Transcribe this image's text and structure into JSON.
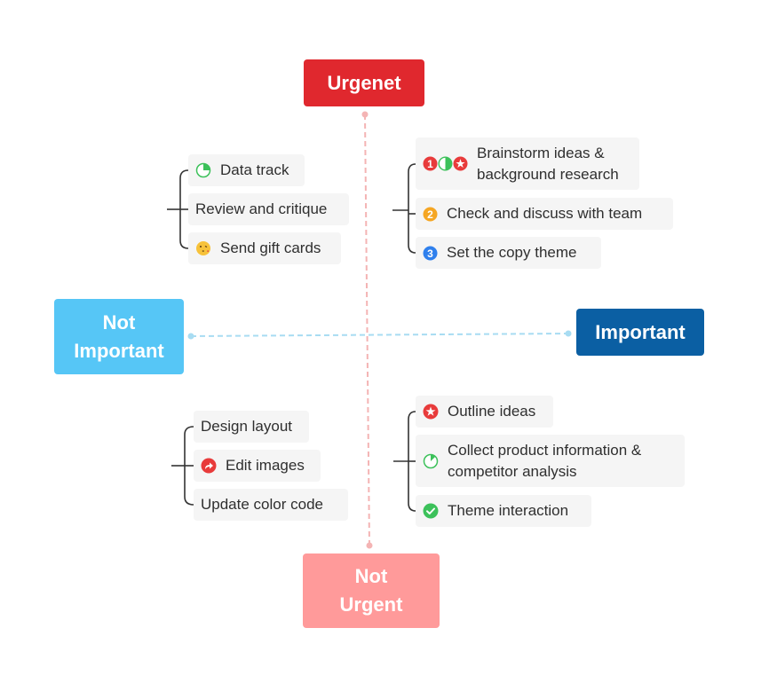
{
  "quadrant_axes": {
    "top": "Urgenet",
    "right": "Important",
    "left": "Not Important",
    "bottom": "Not Urgent"
  },
  "colors": {
    "urgent": "#e0282e",
    "important": "#0b5fa3",
    "not_important": "#56c6f6",
    "not_urgent": "#ff9a9a",
    "vertical_axis_line": "#f4b4b4",
    "horizontal_axis_line": "#a8dcf2"
  },
  "quadrants": {
    "top_left": [
      {
        "label": "Data track",
        "icons": [
          "progress-quarter-icon"
        ]
      },
      {
        "label": "Review and critique",
        "icons": []
      },
      {
        "label": "Send gift cards",
        "icons": [
          "kissing-face-emoji-icon"
        ]
      }
    ],
    "top_right": [
      {
        "line1": "Brainstorm ideas &",
        "line2": "background research",
        "icons": [
          "priority-1-icon",
          "progress-half-icon",
          "star-icon"
        ]
      },
      {
        "label": "Check and discuss with team",
        "icons": [
          "priority-2-icon"
        ]
      },
      {
        "label": "Set the copy theme",
        "icons": [
          "priority-3-icon"
        ]
      }
    ],
    "bottom_left": [
      {
        "label": "Design layout",
        "icons": []
      },
      {
        "label": "Edit images",
        "icons": [
          "share-arrow-icon"
        ]
      },
      {
        "label": "Update color code",
        "icons": []
      }
    ],
    "bottom_right": [
      {
        "label": "Outline ideas",
        "icons": [
          "star-icon"
        ]
      },
      {
        "line1": "Collect product information &",
        "line2": "competitor analysis",
        "icons": [
          "progress-eighth-icon"
        ]
      },
      {
        "label": "Theme interaction",
        "icons": [
          "check-icon"
        ]
      }
    ]
  }
}
